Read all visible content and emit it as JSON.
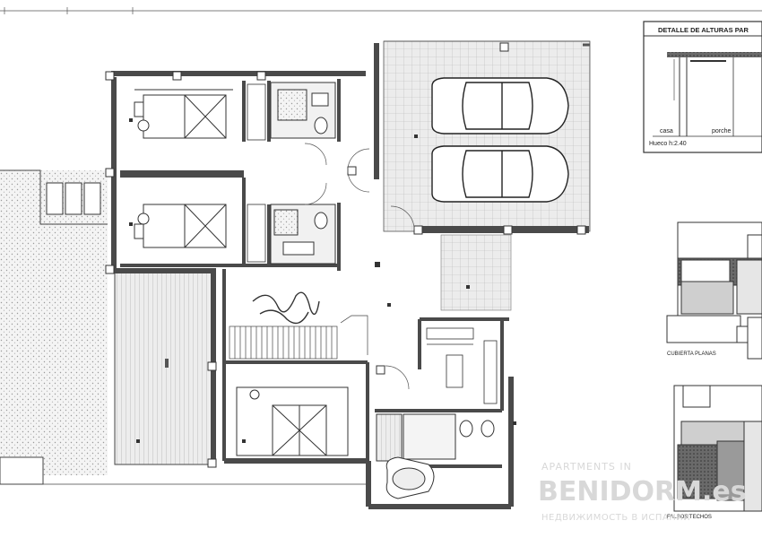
{
  "detail_box": {
    "title": "DETALLE DE ALTURAS PAR",
    "label_casa": "casa",
    "label_porche": "porche",
    "label_hueco": "Hueco h:2.40"
  },
  "elevations": {
    "upper_caption": "CUBIERTA PLANAS",
    "lower_caption": "FALSOS TECHOS"
  },
  "watermark": {
    "line1": "APARTMENTS IN",
    "line2": "BENIDORM.es",
    "line3": "НЕДВИЖИМОСТЬ В ИСПАНИИ"
  },
  "colors": {
    "wall": "#4a4a4a",
    "line": "#333333",
    "hatch": "#bdbdbd",
    "background": "#ffffff"
  }
}
